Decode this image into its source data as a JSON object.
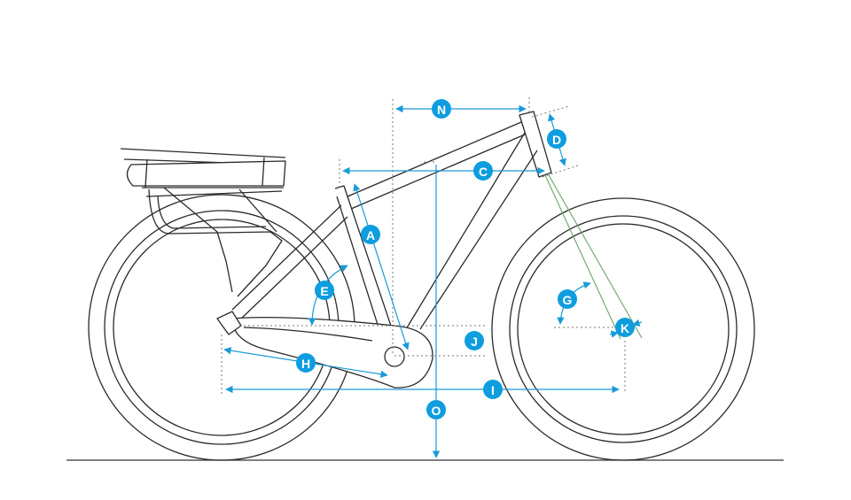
{
  "title": "Bike geometry diagram",
  "colors": {
    "accent": "#0e9ddf",
    "line": "#2a2a2a",
    "steer_axis": "#6aa56a"
  },
  "labels": {
    "N": "N",
    "D": "D",
    "C": "C",
    "A": "A",
    "E": "E",
    "G": "G",
    "K": "K",
    "J": "J",
    "H": "H",
    "I": "I",
    "O": "O"
  }
}
